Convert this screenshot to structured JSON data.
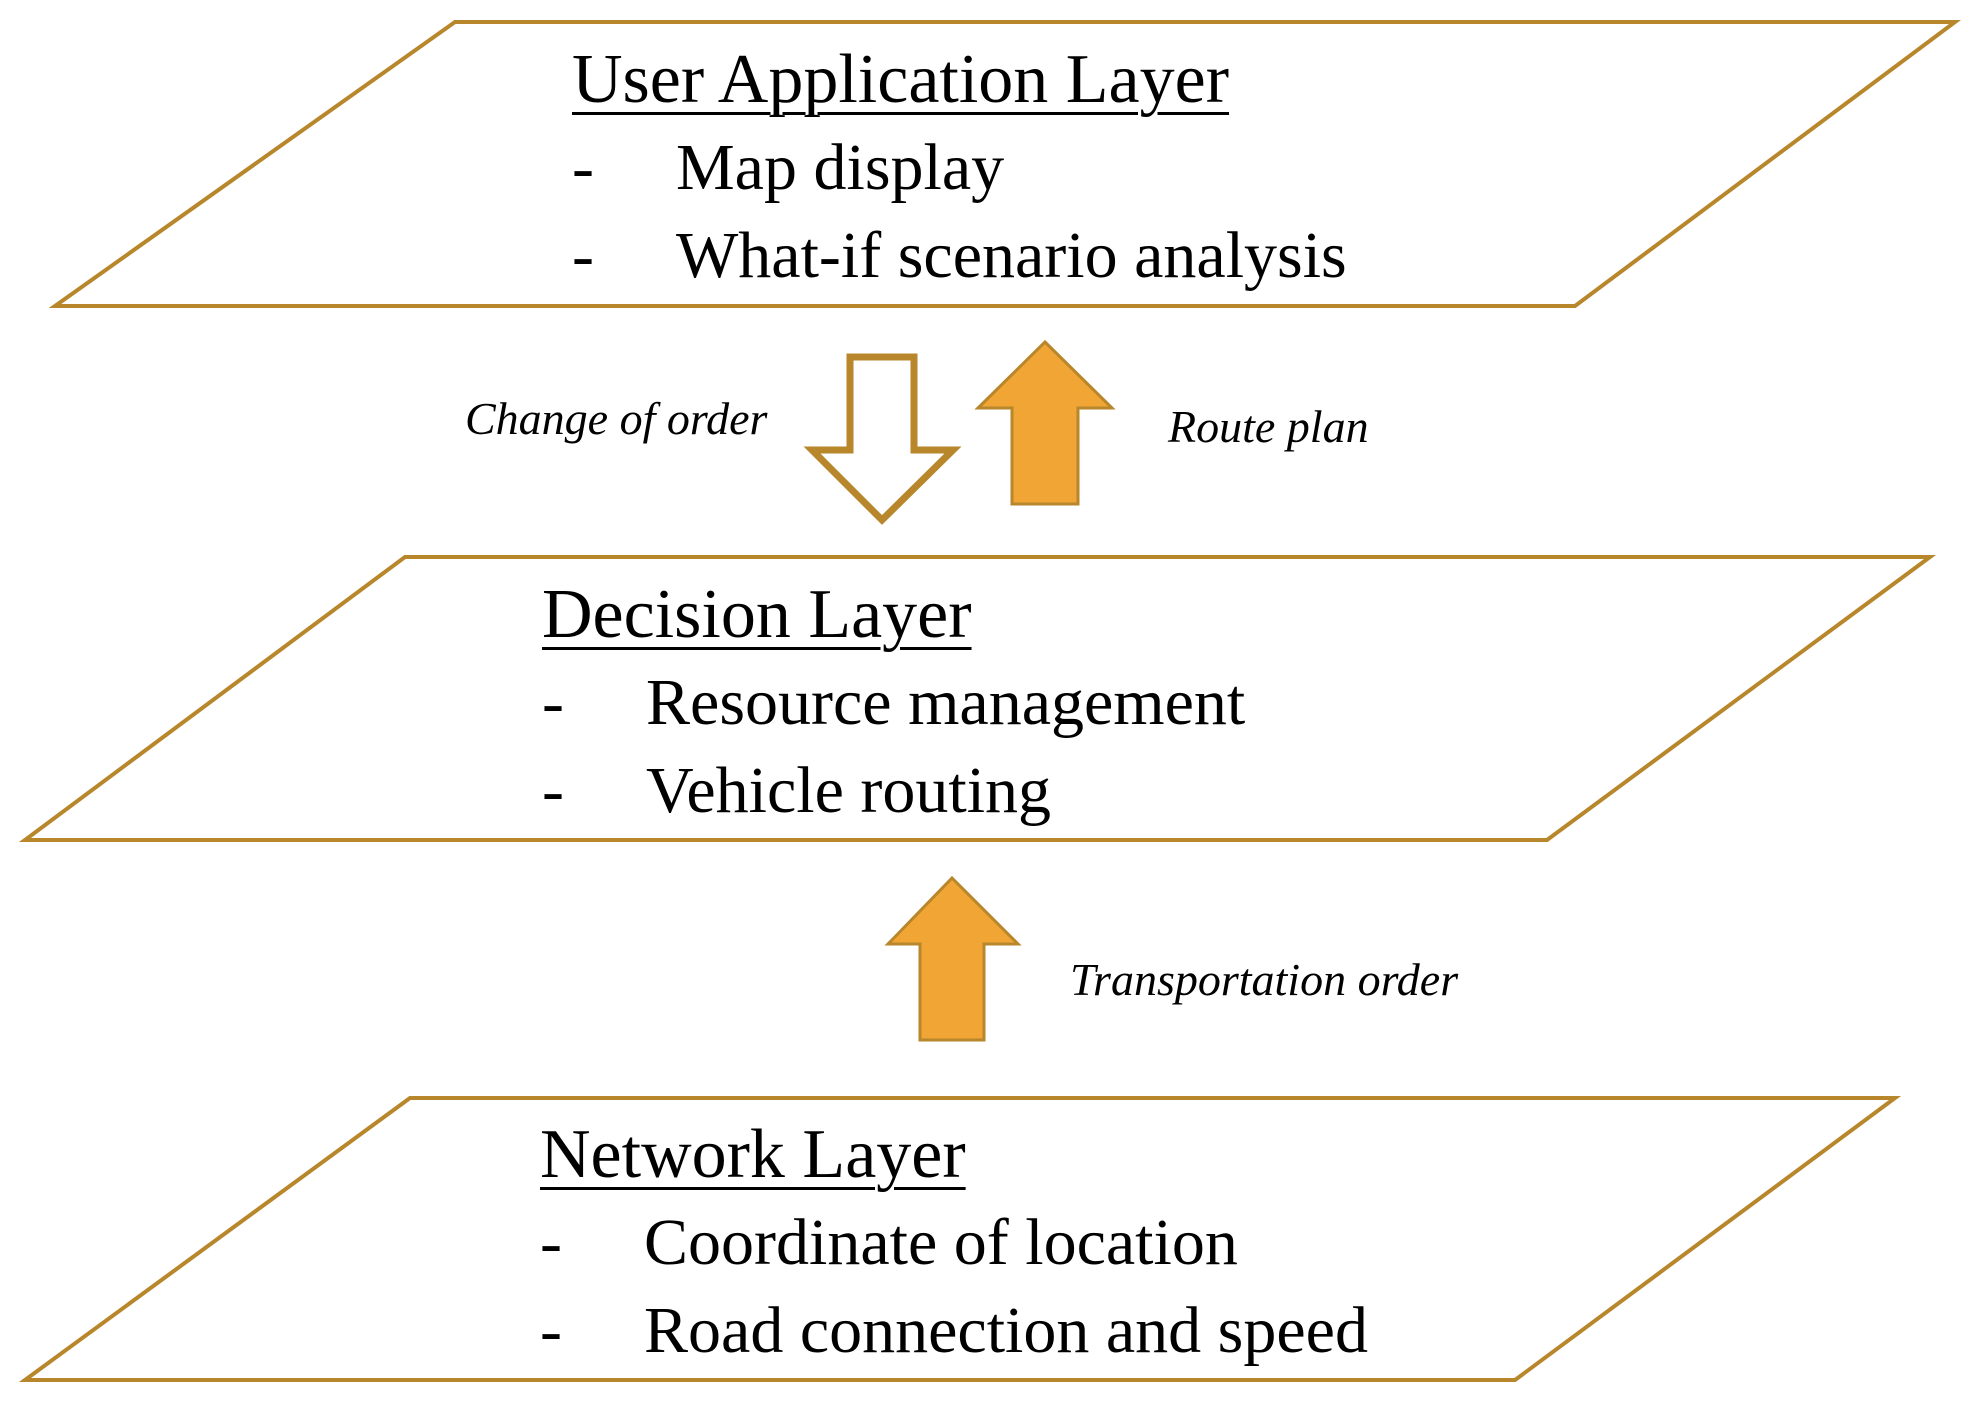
{
  "colors": {
    "outline": "#B8862B",
    "arrow_fill": "#F0A535",
    "arrow_hollow": "#FFFFFF"
  },
  "layers": [
    {
      "title": "User Application Layer",
      "items": [
        "Map display",
        "What-if scenario analysis"
      ]
    },
    {
      "title": "Decision Layer",
      "items": [
        "Resource management",
        "Vehicle routing"
      ]
    },
    {
      "title": "Network Layer",
      "items": [
        "Coordinate of location",
        "Road connection and speed"
      ]
    }
  ],
  "bullet_marker": "-",
  "arrows": [
    {
      "label": "Change of order",
      "direction": "down",
      "style": "hollow"
    },
    {
      "label": "Route plan",
      "direction": "up",
      "style": "filled"
    },
    {
      "label": "Transportation order",
      "direction": "up",
      "style": "filled"
    }
  ]
}
